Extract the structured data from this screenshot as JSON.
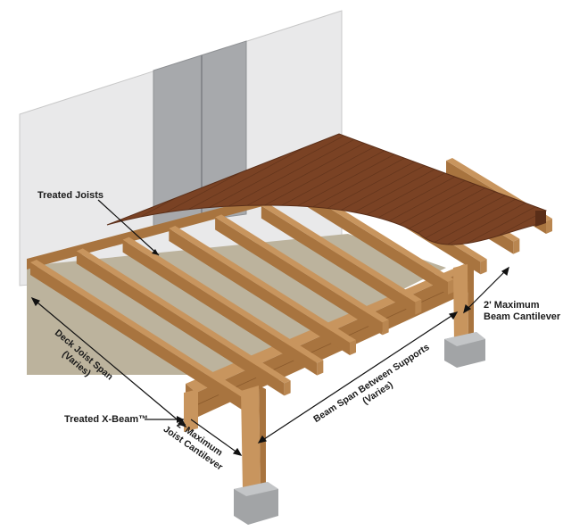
{
  "labels": {
    "treated_joists": "Treated Joists",
    "deck_joist_span_line1": "Deck Joist Span",
    "deck_joist_span_line2": "(Varies)",
    "treated_x_beam": "Treated X-Beam™",
    "joist_cantilever_line1": "2' Maximum",
    "joist_cantilever_line2": "Joist Cantilever",
    "beam_span_line1": "Beam Span Between Supports",
    "beam_span_line2": "(Varies)",
    "beam_cantilever_line1": "2' Maximum",
    "beam_cantilever_line2": "Beam Cantilever"
  },
  "colors": {
    "wall": "#e8e8e8",
    "door": "#a6a8ab",
    "ground": "#bdb5a0",
    "joist_top": "#c8955e",
    "joist_side": "#a8743f",
    "decking": "#7a4224",
    "decking_edge": "#5a2e18",
    "footing": "#8a8c8e"
  }
}
